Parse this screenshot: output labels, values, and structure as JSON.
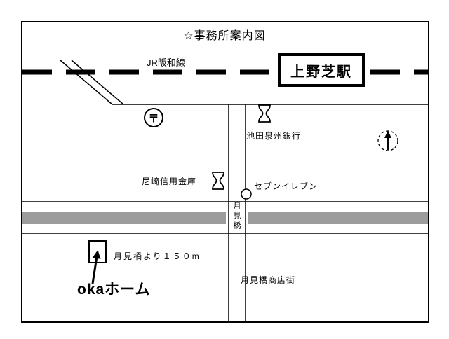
{
  "title": "☆事務所案内図",
  "railway": {
    "label": "JR阪和線",
    "station": "上野芝駅"
  },
  "places": {
    "ikeda_bank": "池田泉州銀行",
    "amagasaki_shinkin": "尼崎信用金庫",
    "seven_eleven": "セブンイレブン",
    "bridge": "月見橋",
    "distance_note": "月見橋より１５０m",
    "office": "okaホーム",
    "shopping_street": "月見橋商店街"
  },
  "icons": {
    "post_office": "〒"
  },
  "colors": {
    "line": "#000000",
    "river_gray": "#9c9c9c",
    "background": "#ffffff"
  }
}
